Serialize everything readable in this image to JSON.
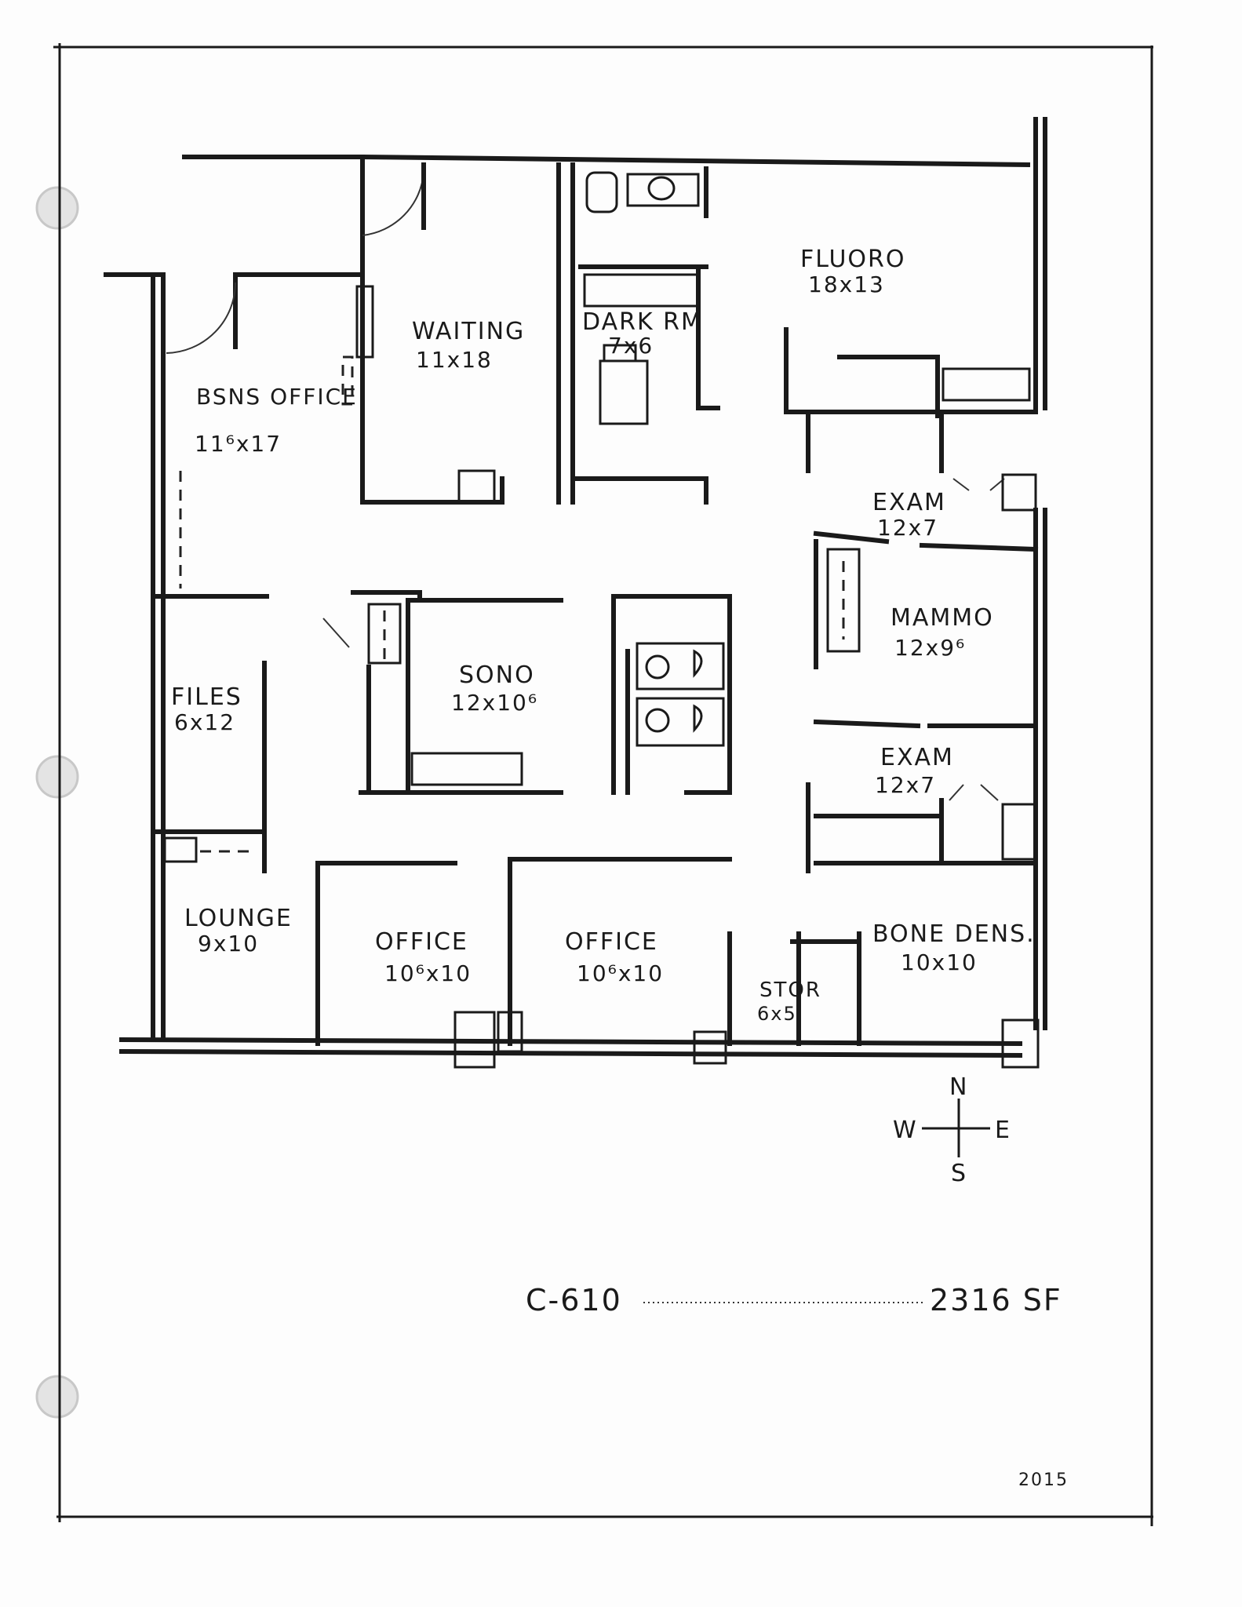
{
  "rooms": {
    "waiting": {
      "name": "WAITING",
      "dims": "11x18"
    },
    "dark_rm": {
      "name": "DARK RM",
      "dims": "7x6"
    },
    "fluoro": {
      "name": "FLUORO",
      "dims": "18x13"
    },
    "bsns_office": {
      "name": "BSNS OFFICE",
      "dims": "11⁶x17"
    },
    "exam_1": {
      "name": "EXAM",
      "dims": "12x7"
    },
    "mammo": {
      "name": "MAMMO",
      "dims": "12x9⁶"
    },
    "sono": {
      "name": "SONO",
      "dims": "12x10⁶"
    },
    "files": {
      "name": "FILES",
      "dims": "6x12"
    },
    "exam_2": {
      "name": "EXAM",
      "dims": "12x7"
    },
    "lounge": {
      "name": "LOUNGE",
      "dims": "9x10"
    },
    "office_1": {
      "name": "OFFICE",
      "dims": "10⁶x10"
    },
    "office_2": {
      "name": "OFFICE",
      "dims": "10⁶x10"
    },
    "stor": {
      "name": "STOR",
      "dims": "6x5"
    },
    "bone_dens": {
      "name": "BONE DENS.",
      "dims": "10x10"
    }
  },
  "compass": {
    "n": "N",
    "s": "S",
    "e": "E",
    "w": "W"
  },
  "suite": {
    "number": "C-610",
    "area": "2316 SF"
  },
  "year": "2015"
}
